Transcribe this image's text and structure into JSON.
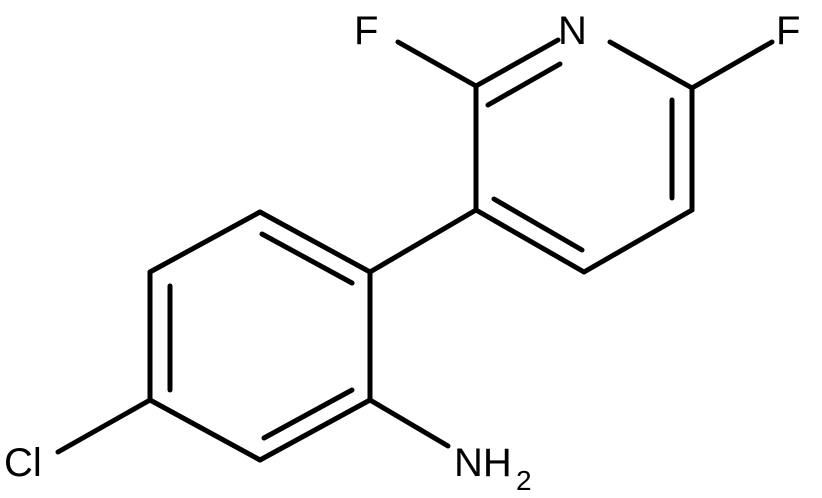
{
  "molecule": {
    "atoms": {
      "f_left": "F",
      "n_ring": "N",
      "f_right": "F",
      "cl": "Cl",
      "nh_main": "NH",
      "nh_sub": "2"
    }
  }
}
